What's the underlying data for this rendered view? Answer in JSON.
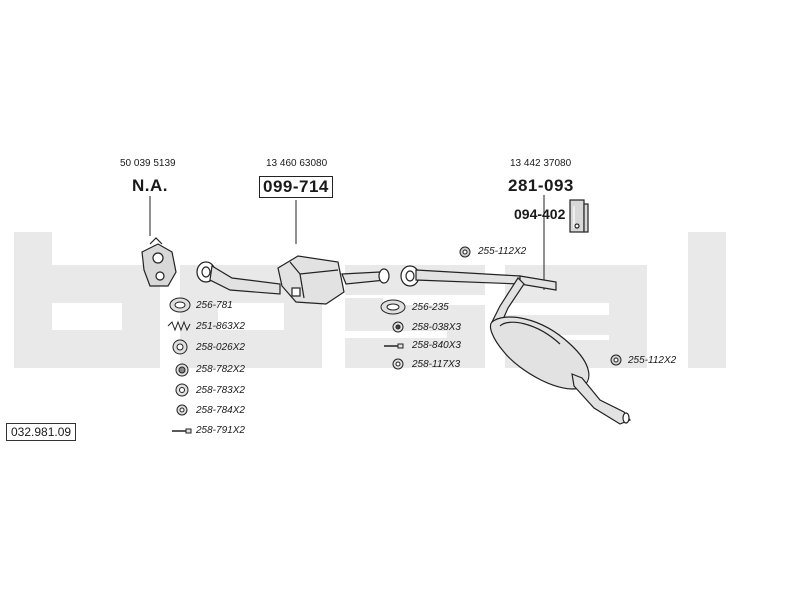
{
  "diagram_number": "032.981.09",
  "watermark": {
    "text": "bosal",
    "color": "#e6e6e6"
  },
  "main_components": {
    "front_pipe": {
      "oem_number": "50 039 5139",
      "part_number": "N.A."
    },
    "catalytic_converter": {
      "oem_number": "13 460 63080",
      "part_number": "099-714"
    },
    "rear_silencer": {
      "oem_number": "13 442 37080",
      "part_number": "281-093",
      "mounting_kit": "094-402"
    }
  },
  "fitting_parts": {
    "front_group": [
      "256-781",
      "251-863X2",
      "258-026X2",
      "258-782X2",
      "258-783X2",
      "258-784X2",
      "258-791X2"
    ],
    "middle_group": [
      "256-235",
      "258-038X3",
      "258-840X3",
      "258-117X3"
    ],
    "rubber_mount_upper": "255-112X2",
    "rubber_mount_lower": "255-112X2"
  }
}
